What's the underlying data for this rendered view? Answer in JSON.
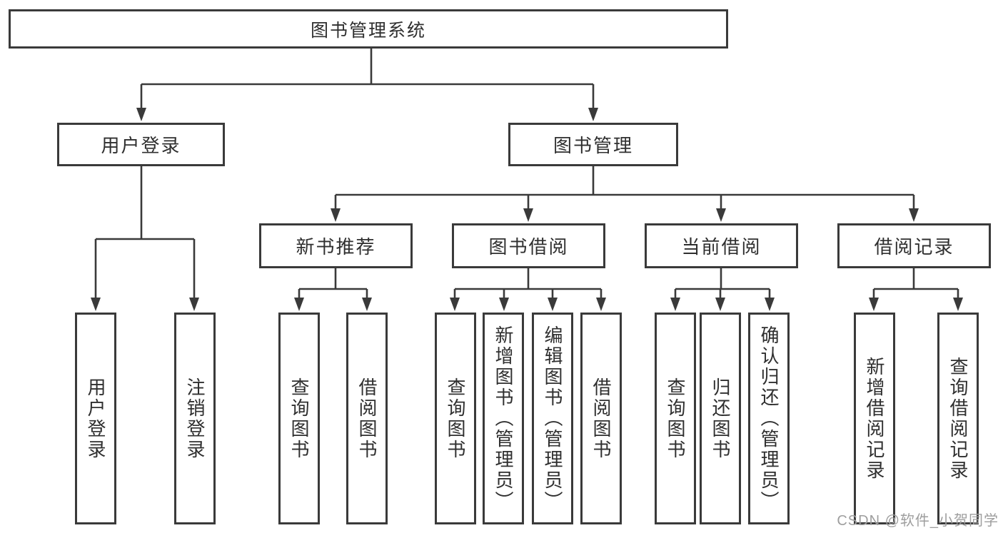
{
  "diagram": {
    "title": "图书管理系统",
    "root": {
      "label": "图书管理系统"
    },
    "level2": [
      {
        "label": "用户登录"
      },
      {
        "label": "图书管理"
      }
    ],
    "level3": [
      {
        "label": "新书推荐",
        "parent": "图书管理"
      },
      {
        "label": "图书借阅",
        "parent": "图书管理"
      },
      {
        "label": "当前借阅",
        "parent": "图书管理"
      },
      {
        "label": "借阅记录",
        "parent": "图书管理"
      }
    ],
    "leaves": [
      {
        "label": "用户登录",
        "parent": "用户登录"
      },
      {
        "label": "注销登录",
        "parent": "用户登录"
      },
      {
        "label": "查询图书",
        "parent": "新书推荐"
      },
      {
        "label": "借阅图书",
        "parent": "新书推荐"
      },
      {
        "label": "查询图书",
        "parent": "图书借阅"
      },
      {
        "label": "新增图书（管理员）",
        "parent": "图书借阅"
      },
      {
        "label": "编辑图书（管理员）",
        "parent": "图书借阅"
      },
      {
        "label": "借阅图书",
        "parent": "图书借阅"
      },
      {
        "label": "查询图书",
        "parent": "当前借阅"
      },
      {
        "label": "归还图书",
        "parent": "当前借阅"
      },
      {
        "label": "确认归还（管理员）",
        "parent": "当前借阅"
      },
      {
        "label": "新增借阅记录",
        "parent": "借阅记录"
      },
      {
        "label": "查询借阅记录",
        "parent": "借阅记录"
      }
    ]
  },
  "watermark": {
    "text": "CSDN @软件_小贺同学"
  },
  "colors": {
    "line": "#3a3a3a",
    "text": "#2f2f2f",
    "watermark": "#9e9e9e",
    "background": "#ffffff"
  }
}
